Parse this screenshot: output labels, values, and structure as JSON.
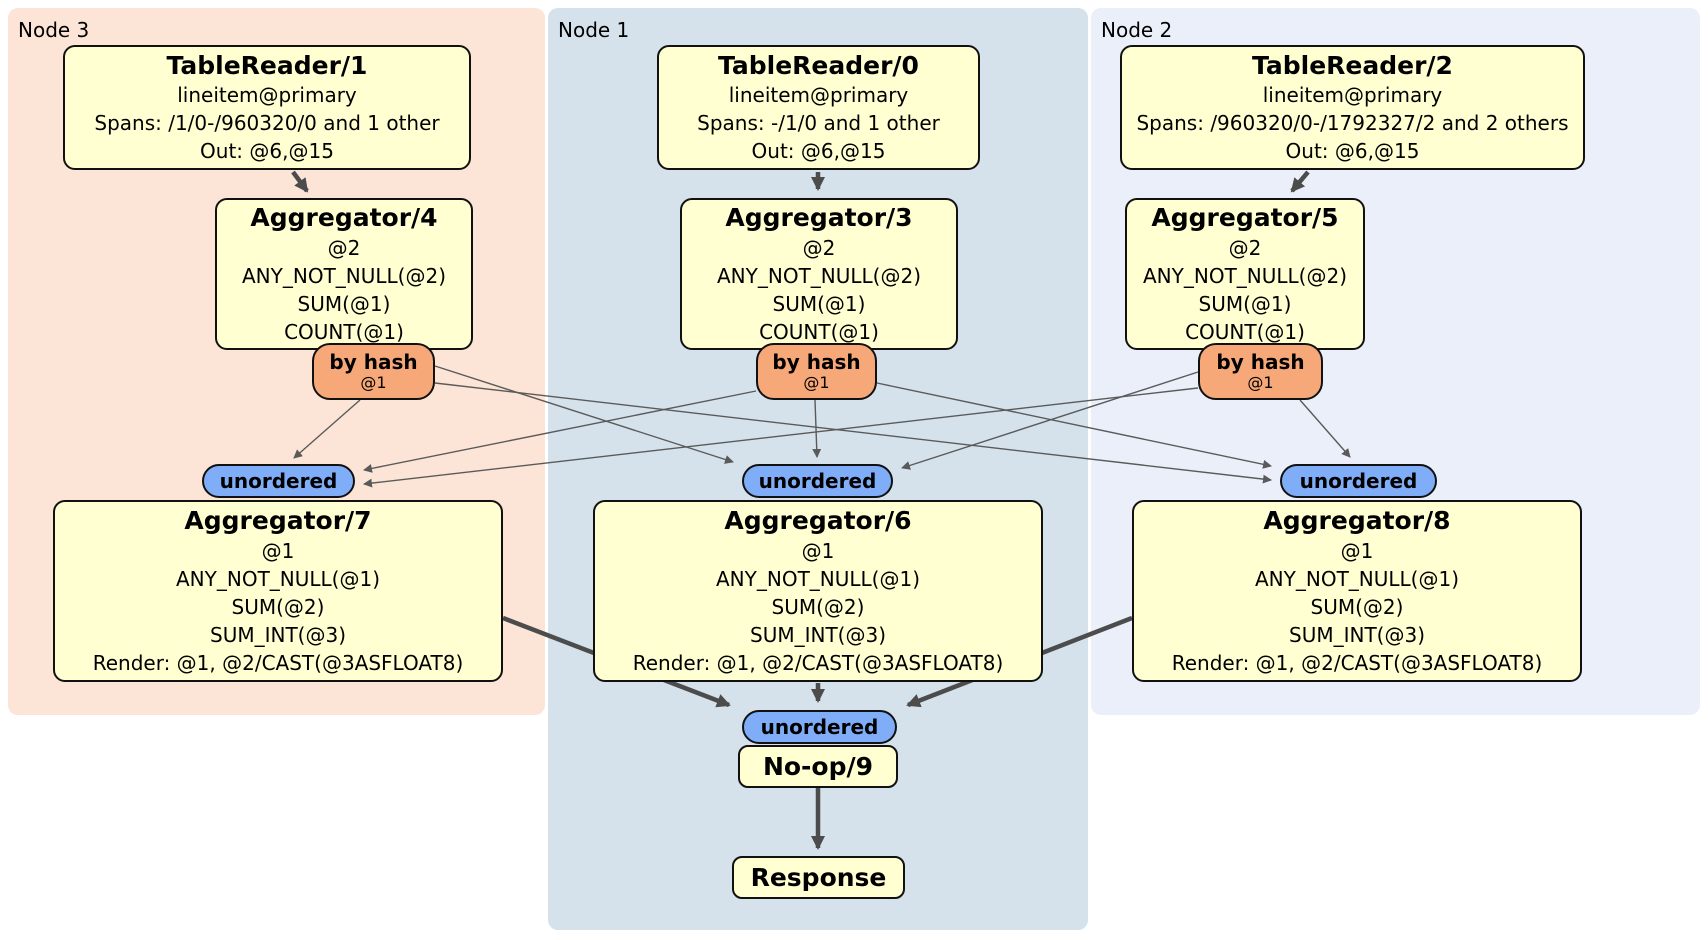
{
  "regions": [
    {
      "label": "Node 3",
      "color": "#fce4d6"
    },
    {
      "label": "Node 1",
      "color": "#d5e2eb"
    },
    {
      "label": "Node 2",
      "color": "#eaeff9"
    }
  ],
  "boxes": {
    "tr1": {
      "title": "TableReader/1",
      "lines": [
        "lineitem@primary",
        "Spans: /1/0-/960320/0 and 1 other",
        "Out: @6,@15"
      ]
    },
    "agg4": {
      "title": "Aggregator/4",
      "lines": [
        "@2",
        "ANY_NOT_NULL(@2)",
        "SUM(@1)",
        "COUNT(@1)"
      ]
    },
    "tr0": {
      "title": "TableReader/0",
      "lines": [
        "lineitem@primary",
        "Spans: -/1/0 and 1 other",
        "Out: @6,@15"
      ]
    },
    "agg3": {
      "title": "Aggregator/3",
      "lines": [
        "@2",
        "ANY_NOT_NULL(@2)",
        "SUM(@1)",
        "COUNT(@1)"
      ]
    },
    "tr2": {
      "title": "TableReader/2",
      "lines": [
        "lineitem@primary",
        "Spans: /960320/0-/1792327/2 and 2 others",
        "Out: @6,@15"
      ]
    },
    "agg5": {
      "title": "Aggregator/5",
      "lines": [
        "@2",
        "ANY_NOT_NULL(@2)",
        "SUM(@1)",
        "COUNT(@1)"
      ]
    },
    "agg7": {
      "title": "Aggregator/7",
      "lines": [
        "@1",
        "ANY_NOT_NULL(@1)",
        "SUM(@2)",
        "SUM_INT(@3)",
        "Render: @1, @2/CAST(@3ASFLOAT8)"
      ]
    },
    "agg6": {
      "title": "Aggregator/6",
      "lines": [
        "@1",
        "ANY_NOT_NULL(@1)",
        "SUM(@2)",
        "SUM_INT(@3)",
        "Render: @1, @2/CAST(@3ASFLOAT8)"
      ]
    },
    "agg8": {
      "title": "Aggregator/8",
      "lines": [
        "@1",
        "ANY_NOT_NULL(@1)",
        "SUM(@2)",
        "SUM_INT(@3)",
        "Render: @1, @2/CAST(@3ASFLOAT8)"
      ]
    },
    "noop": {
      "title": "No-op/9"
    },
    "response": {
      "title": "Response"
    }
  },
  "router": {
    "label": "by hash",
    "sub": "@1"
  },
  "sync": {
    "label": "unordered"
  },
  "colors": {
    "processor_box": "#ffffd2",
    "router_fill": "#f7a878",
    "sync_fill": "#80adf8",
    "edge": "#4c4c4c",
    "border": "#111111"
  }
}
